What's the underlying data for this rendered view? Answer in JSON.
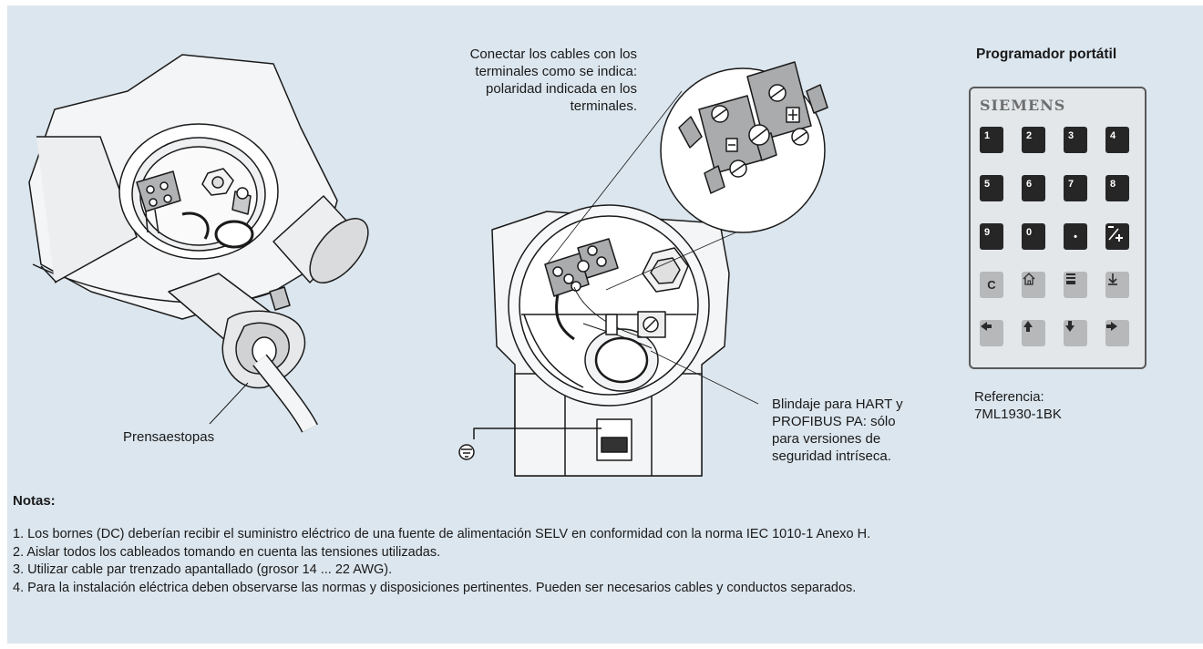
{
  "labels": {
    "programmer_title": "Programador portátil",
    "connect_note": [
      "Conectar los cables con los",
      "terminales como se indica:",
      "polaridad indicada en los",
      "terminales."
    ],
    "shield_note": [
      "Blindaje para HART y",
      "PROFIBUS PA: sólo",
      "para versiones de",
      "seguridad intríseca."
    ],
    "cable_gland": "Prensaestopas",
    "reference": [
      "Referencia:",
      "7ML1930-1BK"
    ]
  },
  "keypad": {
    "brand": "SIEMENS",
    "keys": [
      {
        "name": "key-1",
        "label": "1",
        "icon": ""
      },
      {
        "name": "key-2",
        "label": "2",
        "icon": ""
      },
      {
        "name": "key-3",
        "label": "3",
        "icon": ""
      },
      {
        "name": "key-4",
        "label": "4",
        "icon": ""
      },
      {
        "name": "key-5",
        "label": "5",
        "icon": ""
      },
      {
        "name": "key-6",
        "label": "6",
        "icon": ""
      },
      {
        "name": "key-7",
        "label": "7",
        "icon": ""
      },
      {
        "name": "key-8",
        "label": "8",
        "icon": ""
      },
      {
        "name": "key-9",
        "label": "9",
        "icon": ""
      },
      {
        "name": "key-0",
        "label": "0",
        "icon": ""
      },
      {
        "name": "key-decimal",
        "label": "•",
        "icon": ""
      },
      {
        "name": "key-sign",
        "label": "",
        "icon": "sign-toggle-icon"
      },
      {
        "name": "key-clear",
        "label": "C",
        "icon": ""
      },
      {
        "name": "key-home",
        "label": "",
        "icon": "home-icon"
      },
      {
        "name": "key-mode",
        "label": "",
        "icon": "mode-icon"
      },
      {
        "name": "key-enter",
        "label": "",
        "icon": "enter-icon"
      },
      {
        "name": "key-left",
        "label": "",
        "icon": "arrow-left-icon"
      },
      {
        "name": "key-up",
        "label": "",
        "icon": "arrow-up-icon"
      },
      {
        "name": "key-down",
        "label": "",
        "icon": "arrow-down-icon"
      },
      {
        "name": "key-right",
        "label": "",
        "icon": "arrow-right-icon"
      }
    ]
  },
  "notes": {
    "title": "Notas:",
    "items": [
      "1.  Los bornes (DC) deberían recibir el suministro eléctrico de una fuente de alimentación SELV en conformidad con la norma IEC 1010-1 Anexo H.",
      "2.  Aislar todos los cableados tomando en cuenta las tensiones utilizadas.",
      "3.  Utilizar cable par trenzado apantallado (grosor 14 ... 22 AWG).",
      "4.  Para la instalación eléctrica deben observarse las normas y disposiciones pertinentes. Pueden ser necesarios cables y conductos separados."
    ]
  },
  "colors": {
    "panel": "#dce6ee",
    "dark_key": "#262626",
    "light_key": "#b6b8ba",
    "terminal": "#a9abad",
    "line": "#1a1a1a"
  }
}
